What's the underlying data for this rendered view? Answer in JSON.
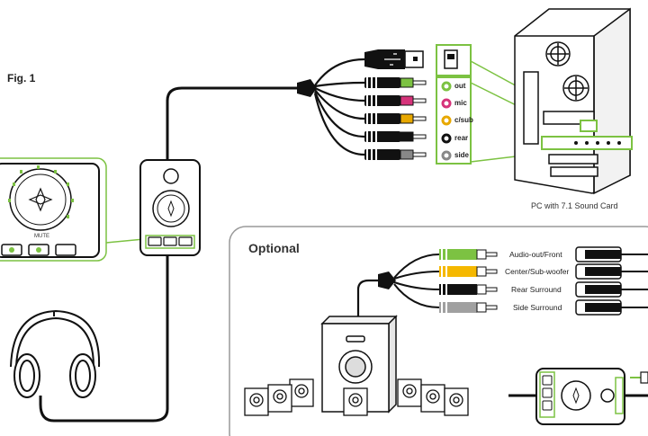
{
  "figure": {
    "label": "Fig. 1"
  },
  "pc": {
    "caption": "PC with 7.1 Sound Card"
  },
  "ports": [
    {
      "label": "out",
      "color": "#7cc242"
    },
    {
      "label": "mic",
      "color": "#d6337a"
    },
    {
      "label": "c/sub",
      "color": "#e8a800"
    },
    {
      "label": "rear",
      "color": "#111111"
    },
    {
      "label": "side",
      "color": "#888888"
    }
  ],
  "optional": {
    "title": "Optional",
    "outputs": [
      {
        "label": "Audio-out/Front",
        "color": "#7cc242"
      },
      {
        "label": "Center/Sub-woofer",
        "color": "#f5b800"
      },
      {
        "label": "Rear Surround",
        "color": "#111111"
      },
      {
        "label": "Side Surround",
        "color": "#a0a0a0"
      }
    ]
  },
  "control_unit": {
    "mute_label": "MUTE"
  },
  "colors": {
    "accent": "#7cc242",
    "panel_border": "#9a9a9a",
    "cable": "#111111"
  }
}
